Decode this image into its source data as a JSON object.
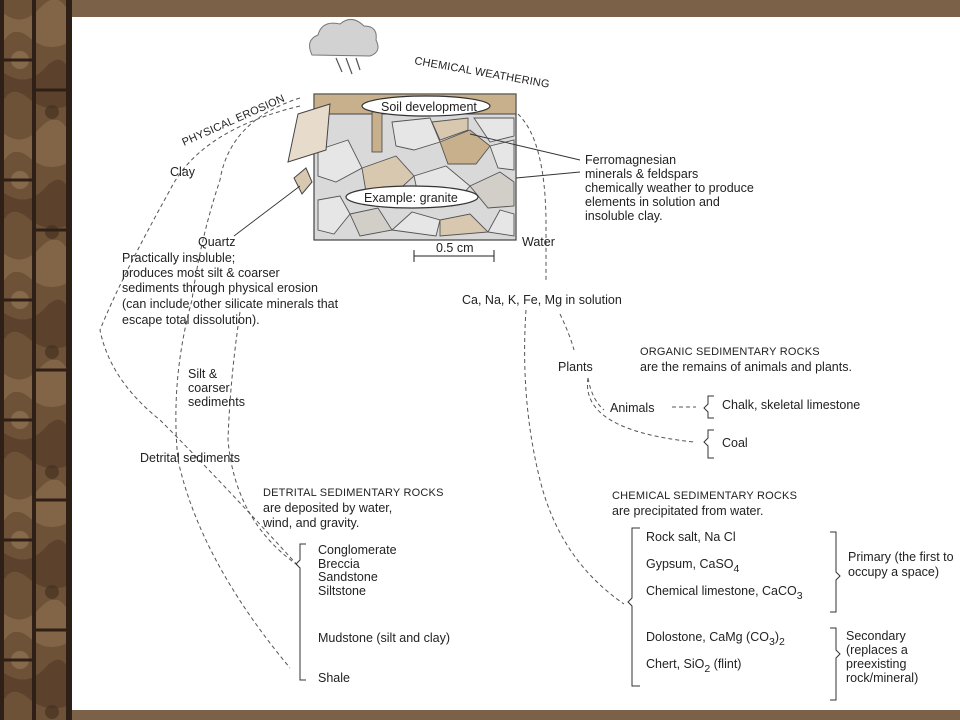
{
  "slide": {
    "labels": {
      "chemical_weathering": "CHEMICAL WEATHERING",
      "physical_erosion": "PHYSICAL EROSION",
      "soil_development": "Soil development",
      "example_granite": "Example: granite",
      "scale_bar": "0.5 cm",
      "clay": "Clay",
      "quartz": "Quartz",
      "water": "Water",
      "ferro_lines": [
        "Ferromagnesian",
        "minerals & feldspars",
        "chemically weather to produce",
        "elements in solution and",
        "insoluble clay."
      ],
      "quartz_lines": [
        "Practically insoluble;",
        "produces most silt & coarser",
        "sediments through physical erosion",
        "(can include other silicate minerals that",
        "escape total dissolution)."
      ],
      "solution": "Ca, Na, K, Fe, Mg in solution",
      "silt_lines": [
        "Silt &",
        "coarser",
        "sediments"
      ],
      "detrital_sediments": "Detrital sediments",
      "plants": "Plants",
      "animals": "Animals",
      "organic_title": "ORGANIC SEDIMENTARY ROCKS",
      "organic_desc": "are the remains of animals and plants.",
      "chalk": "Chalk, skeletal limestone",
      "coal": "Coal",
      "detrital_title": "DETRITAL SEDIMENTARY ROCKS",
      "detrital_desc_lines": [
        "are deposited by water,",
        "wind, and gravity."
      ],
      "detrital_rocks": [
        "Conglomerate",
        "Breccia",
        "Sandstone",
        "Siltstone"
      ],
      "mudstone": "Mudstone (silt and clay)",
      "shale": "Shale",
      "chemical_title": "CHEMICAL SEDIMENTARY ROCKS",
      "chemical_desc": "are precipitated from water.",
      "rock_salt": "Rock salt, Na Cl",
      "gypsum": "Gypsum, CaSO",
      "gypsum_sub": "4",
      "chem_limestone": "Chemical limestone, CaCO",
      "chem_limestone_sub": "3",
      "dolostone": "Dolostone, CaMg (CO",
      "dolostone_sub1": "3",
      "dolostone_close": ")",
      "dolostone_sub2": "2",
      "chert": "Chert, SiO",
      "chert_sub": "2",
      "chert_tail": " (flint)",
      "primary_lines": [
        "Primary (the first to",
        "occupy a space)"
      ],
      "secondary_lines": [
        "Secondary",
        "(replaces a",
        "preexisting",
        "rock/mineral)"
      ]
    },
    "colors": {
      "wood_dark": "#4a3626",
      "wood_mid": "#7a5e44",
      "wood_light": "#9c7f5f",
      "soil": "#c9b08c",
      "mineral_tan": "#d8c8b0",
      "mineral_grey": "#dcdcdc"
    }
  }
}
